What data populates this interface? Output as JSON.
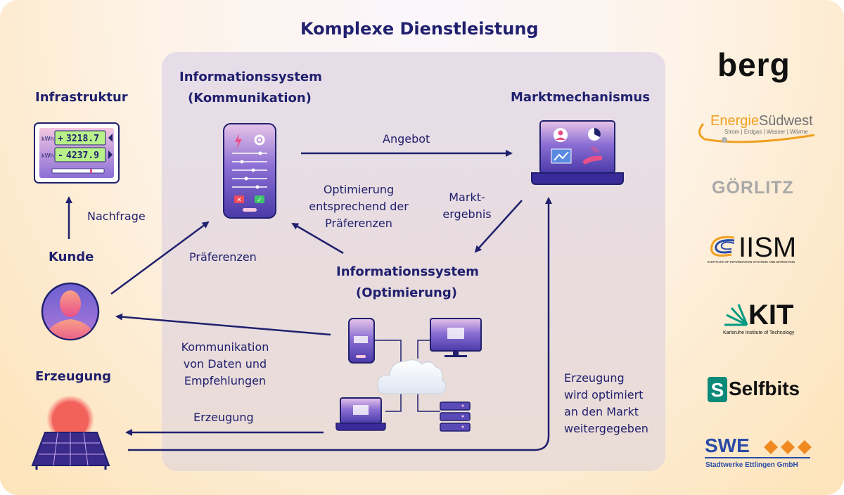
{
  "title": "Komplexe Dienstleistung",
  "headings": {
    "infrastruktur": "Infrastruktur",
    "kunde": "Kunde",
    "erzeugung": "Erzeugung",
    "is_kommunikation_1": "Informationssystem",
    "is_kommunikation_2": "(Kommunikation)",
    "is_optimierung_1": "Informationssystem",
    "is_optimierung_2": "(Optimierung)",
    "marktmechanismus": "Marktmechanismus"
  },
  "labels": {
    "nachfrage": "Nachfrage",
    "praeferenzen": "Präferenzen",
    "angebot": "Angebot",
    "optimierung_1": "Optimierung",
    "optimierung_2": "entsprechend der",
    "optimierung_3": "Präferenzen",
    "marktergebnis_1": "Markt-",
    "marktergebnis_2": "ergebnis",
    "kommunikation_1": "Kommunikation",
    "kommunikation_2": "von Daten und",
    "kommunikation_3": "Empfehlungen",
    "erzeugung_arrow": "Erzeugung",
    "optimiert_1": "Erzeugung",
    "optimiert_2": "wird optimiert",
    "optimiert_3": "an den Markt",
    "optimiert_4": "weitergegeben"
  },
  "meter": {
    "unit_1": "kWh",
    "sign_1": "+",
    "reading_1": "3218.7",
    "unit_2": "kWh",
    "sign_2": "-",
    "reading_2": "4237.9"
  },
  "logos": {
    "berg": "berg",
    "energie_1": "Energie",
    "energie_2": "Südwest",
    "energie_sub": "Strom | Erdgas | Wasser | Wärme",
    "goerlitz": "GÖRLITZ",
    "iism": "IISM",
    "iism_sub": "INSTITUTE OF INFORMATION SYSTEMS AND MARKETING",
    "kit": "KIT",
    "kit_sub": "Karlsruhe Institute of Technology",
    "selfbits": "Selfbits",
    "swe": "SWE",
    "swe_sub": "Stadtwerke Ettlingen GmbH"
  },
  "colors": {
    "navy": "#20206e",
    "panel": "#e8dde3",
    "accent_pink": "#e8508a",
    "accent_purple": "#6a4fc8"
  }
}
